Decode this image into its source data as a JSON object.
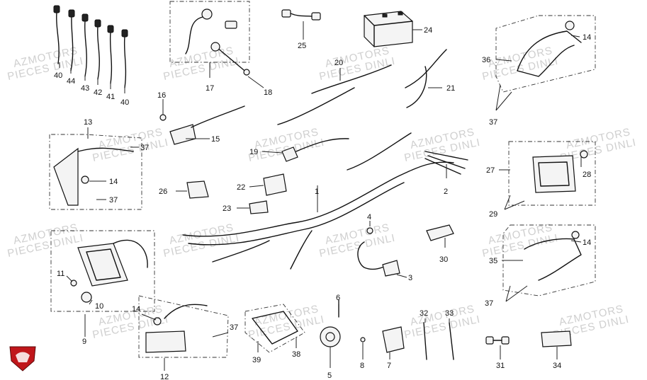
{
  "watermark": {
    "line1": "AZMOTORS",
    "line2": "PIECES DINLI"
  },
  "logo": {
    "name": "azmotors-logo",
    "color": "#c0161b"
  },
  "callouts": [
    {
      "id": "c40a",
      "label": "40"
    },
    {
      "id": "c44",
      "label": "44"
    },
    {
      "id": "c43",
      "label": "43"
    },
    {
      "id": "c42",
      "label": "42"
    },
    {
      "id": "c41",
      "label": "41"
    },
    {
      "id": "c40b",
      "label": "40"
    },
    {
      "id": "c17",
      "label": "17"
    },
    {
      "id": "c18",
      "label": "18"
    },
    {
      "id": "c25",
      "label": "25"
    },
    {
      "id": "c24",
      "label": "24"
    },
    {
      "id": "c20",
      "label": "20"
    },
    {
      "id": "c21",
      "label": "21"
    },
    {
      "id": "c36",
      "label": "36"
    },
    {
      "id": "c14a",
      "label": "14"
    },
    {
      "id": "c37a",
      "label": "37"
    },
    {
      "id": "c16",
      "label": "16"
    },
    {
      "id": "c15",
      "label": "15"
    },
    {
      "id": "c13",
      "label": "13"
    },
    {
      "id": "c37b",
      "label": "37"
    },
    {
      "id": "c14b",
      "label": "14"
    },
    {
      "id": "c37c",
      "label": "37"
    },
    {
      "id": "c19",
      "label": "19"
    },
    {
      "id": "c27",
      "label": "27"
    },
    {
      "id": "c28",
      "label": "28"
    },
    {
      "id": "c29",
      "label": "29"
    },
    {
      "id": "c26",
      "label": "26"
    },
    {
      "id": "c22",
      "label": "22"
    },
    {
      "id": "c23",
      "label": "23"
    },
    {
      "id": "c1",
      "label": "1"
    },
    {
      "id": "c2",
      "label": "2"
    },
    {
      "id": "c4",
      "label": "4"
    },
    {
      "id": "c30",
      "label": "30"
    },
    {
      "id": "c3",
      "label": "3"
    },
    {
      "id": "c35",
      "label": "35"
    },
    {
      "id": "c14c",
      "label": "14"
    },
    {
      "id": "c37d",
      "label": "37"
    },
    {
      "id": "c11",
      "label": "11"
    },
    {
      "id": "c10",
      "label": "10"
    },
    {
      "id": "c9",
      "label": "9"
    },
    {
      "id": "c14d",
      "label": "14"
    },
    {
      "id": "c37e",
      "label": "37"
    },
    {
      "id": "c12",
      "label": "12"
    },
    {
      "id": "c39",
      "label": "39"
    },
    {
      "id": "c38",
      "label": "38"
    },
    {
      "id": "c6",
      "label": "6"
    },
    {
      "id": "c5",
      "label": "5"
    },
    {
      "id": "c8",
      "label": "8"
    },
    {
      "id": "c7",
      "label": "7"
    },
    {
      "id": "c32",
      "label": "32"
    },
    {
      "id": "c33",
      "label": "33"
    },
    {
      "id": "c31",
      "label": "31"
    },
    {
      "id": "c34",
      "label": "34"
    }
  ]
}
